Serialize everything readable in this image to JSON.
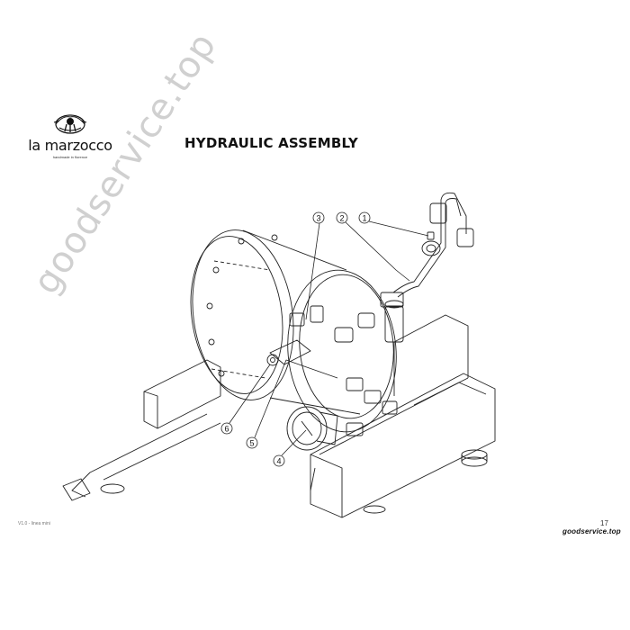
{
  "header": {
    "brand": "la marzocco",
    "tagline": "handmade in florence",
    "title": "HYDRAULIC ASSEMBLY"
  },
  "callouts": [
    "1",
    "2",
    "3",
    "4",
    "5",
    "6"
  ],
  "footer": {
    "version": "V1.0 - linea mini",
    "page_number": "17",
    "watermark_small": "goodservice.top"
  },
  "watermark": "goodservice.top"
}
